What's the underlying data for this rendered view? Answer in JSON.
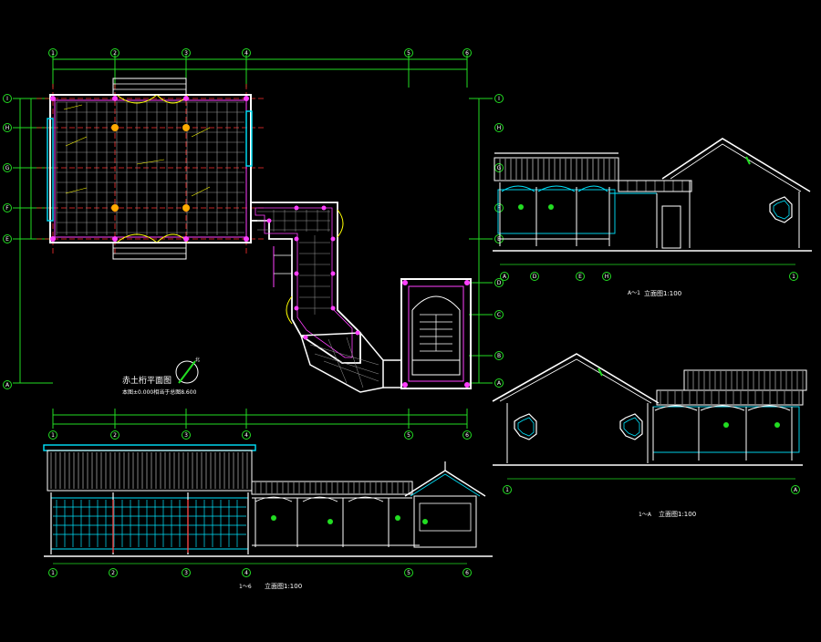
{
  "colors": {
    "background": "#000000",
    "wall": "#ffffff",
    "axis": "#ff3030",
    "dimension": "#22dd22",
    "glass": "#00e5ff",
    "label": "#ffff00",
    "detail": "#ff40ff",
    "grid": "#b0b0b0"
  },
  "plan": {
    "title": "赤土桁平面图",
    "subtitle": "本图±0.000相当于总图8.600",
    "north_label": "北",
    "grid_labels": [
      "1",
      "2",
      "3",
      "4",
      "5",
      "6"
    ],
    "row_labels": [
      "I",
      "H",
      "G",
      "F",
      "E"
    ],
    "side_labels": [
      "D",
      "C",
      "B",
      "A"
    ],
    "bottom_left_label": "A"
  },
  "elevation_right_top": {
    "caption_axis": "A～1",
    "caption": "立面图1:100",
    "axis_labels": [
      "A",
      "D",
      "E",
      "H",
      "1"
    ]
  },
  "elevation_right_bottom": {
    "caption_axis": "1～A",
    "caption": "立面图1:100",
    "axis_labels": [
      "1",
      "A"
    ]
  },
  "elevation_bottom": {
    "caption_axis": "1～6",
    "caption": "立面图1:100",
    "axis_labels": [
      "1",
      "2",
      "3",
      "4",
      "5",
      "6"
    ]
  }
}
